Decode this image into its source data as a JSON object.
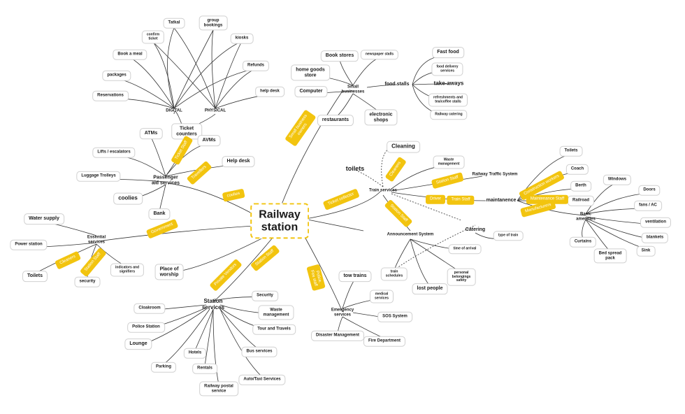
{
  "root": "Railway\nstation",
  "nodes": {
    "tatkal": "Tatkal",
    "group_bookings": "group\nbookings",
    "confirm_ticket": "confirm\nticket",
    "kiosks": "kiosks",
    "book_meal": "Book a meal",
    "refunds": "Refunds",
    "packages": "packages",
    "help_desk_small": "help desk",
    "reservations": "Reservations",
    "digital": "DIGITAL",
    "physical": "PHYSICAL",
    "ticket_counters": "Ticket\ncounters",
    "atms": "ATMs",
    "avms": "AVMs",
    "lifts": "Lifts / escalators",
    "help_desk": "Help desk",
    "luggage": "Luggage Trolleys",
    "passenger_aid": "Passenger\naid services",
    "coolies_node": "coolies",
    "bank": "Bank",
    "water_supply": "Water supply",
    "essential": "Essential\nservices",
    "power_station": "Power station",
    "indicators": "indicators and\nsignifiers",
    "toilets_left": "Toilets",
    "security_left": "security",
    "place_worship": "Place of\nworship",
    "book_stores": "Book stores",
    "newspaper": "newspaper stalls",
    "home_goods": "home goods\nstore",
    "small_businesses": "Small\nbusinesses",
    "computer": "Computer",
    "food_stalls": "food stalls",
    "fast_food": "Fast food",
    "food_delivery": "food delivery\nservices",
    "take_aways": "take-aways",
    "refreshments": "refreshments and\ntea/coffee stalls",
    "railway_catering": "Railway catering",
    "restaurants": "restaurants",
    "electronic_shops": "electronic\nshops",
    "cleaning": "Cleaning",
    "toilets_mid": "toilets",
    "waste_mgmt_top": "Waste\nmanagement",
    "traffic_system": "Railway Traffic System",
    "train_services": "Train services",
    "maintanence": "maintanence",
    "toilets_right": "Toilets",
    "coach": "Coach",
    "berth": "Berth",
    "railroad": "Railroad",
    "basic_amenities": "Basic\namenities",
    "windows": "Windows",
    "doors": "Doors",
    "fans": "fans / AC",
    "ventilation": "ventilation",
    "blankets": "blankets",
    "curtains": "Curtains",
    "bed_spread": "Bed spread\npack",
    "sink": "Sink",
    "catering": "Catering",
    "type_train": "type of train",
    "announcement": "Announcement System",
    "time_arrival": "time of arrival",
    "train_schedules": "train\nschedules",
    "personal_safety": "personal\nbelongings\nsafety",
    "lost_people": "lost people",
    "tow_trains": "tow trains",
    "medical": "medical\nservices",
    "emergency": "Emergency\nservices",
    "sos": "SOS System",
    "disaster": "Disaster Management",
    "fire_dept": "Fire Department",
    "station_services": "Station\nservices",
    "security_ss": "Security",
    "waste_ss": "Waste\nmanagement",
    "cloakroom": "Cloakroom",
    "tour_travels": "Tour and Travels",
    "police": "Police Station",
    "lounge": "Lounge",
    "hotels": "Hotels",
    "bus_services": "Bus services",
    "parking": "Parking",
    "rentals": "Rentals",
    "auto_taxi": "Auto/Taxi Services",
    "postal": "Railway postal\nservice"
  },
  "tags": {
    "small_business_owners": "Small business\nowners",
    "ticket_collector": "Ticket collector",
    "cleaners_top": "Cleaners",
    "station_staff_top": "Station Staff",
    "driver": "Driver",
    "train_staff": "Train Staff",
    "station_staff_mid": "Station Staff",
    "construction_workers": "Construction workers",
    "maintenance_staff": "Maintenance Staff",
    "manufacturers": "Manufacturers",
    "ticket_staff": "Ticket Staff",
    "travellers": "Travellers",
    "coolies_tag": "coolies",
    "government": "Government",
    "cleaners_left": "Cleaners",
    "station_staff_left": "Station Staff",
    "station_staff_bottom": "Station Staff",
    "private_vendors": "Private Vendors",
    "police_fire_staff": "Police,\nFire staff"
  },
  "colors": {
    "accent": "#f2c40f",
    "line": "#333333",
    "box_border": "#d0d0d0"
  }
}
